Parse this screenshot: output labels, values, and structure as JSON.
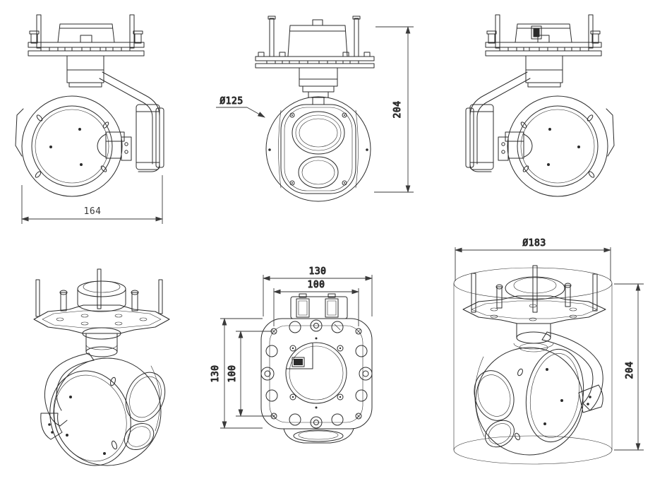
{
  "colors": {
    "background": "#ffffff",
    "line": "#2b2b2b",
    "dimension": "#3a3a3a"
  },
  "dimensions": {
    "side_view_width": "164",
    "front_sphere_diameter": "Ø125",
    "front_height": "204",
    "top_outer_width": "130",
    "top_mount_width": "100",
    "top_outer_depth": "130",
    "top_mount_depth": "100",
    "envelope_diameter": "Ø183",
    "envelope_height": "204"
  }
}
